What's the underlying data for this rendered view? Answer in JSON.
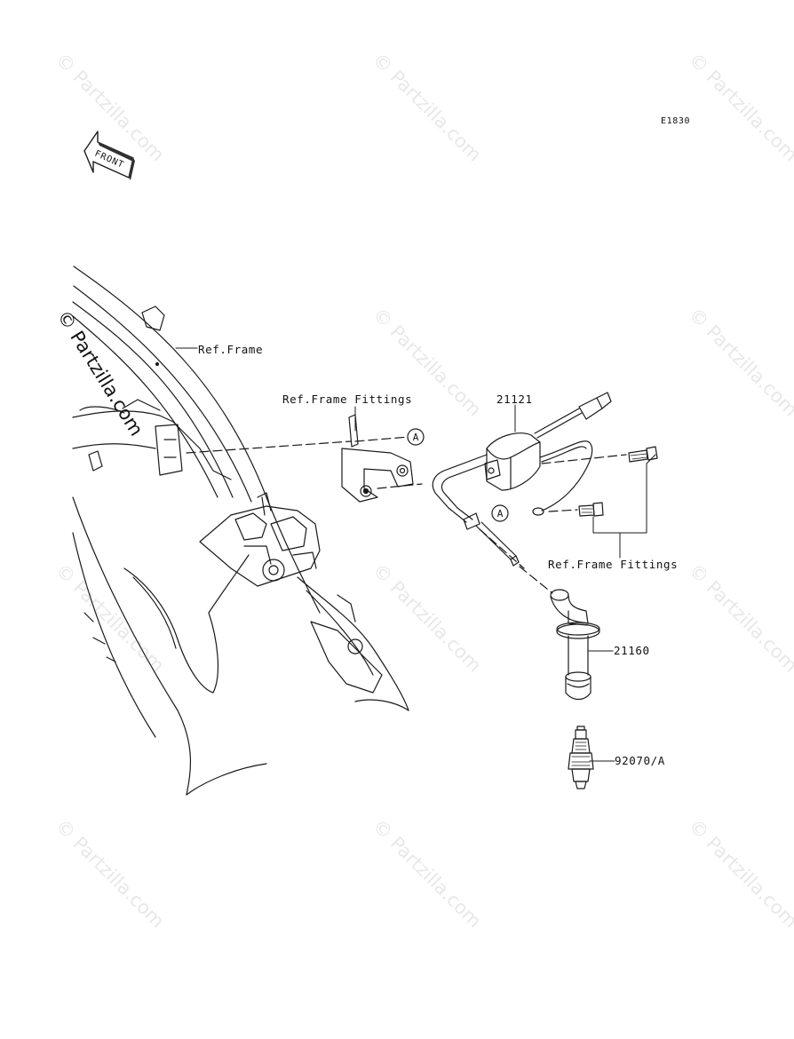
{
  "diagram": {
    "code": "E1830",
    "front_label": "FRONT",
    "callout_letter": "A",
    "labels": {
      "ref_frame": "Ref.Frame",
      "ref_frame_fittings_top": "Ref.Frame Fittings",
      "ref_frame_fittings_right": "Ref.Frame Fittings",
      "part_coil": "21121",
      "part_cap": "21160",
      "part_plug": "92070/A"
    }
  },
  "watermark": {
    "text": "© Partzilla.com"
  },
  "colors": {
    "line": "#1a1a1a",
    "background": "#ffffff"
  }
}
